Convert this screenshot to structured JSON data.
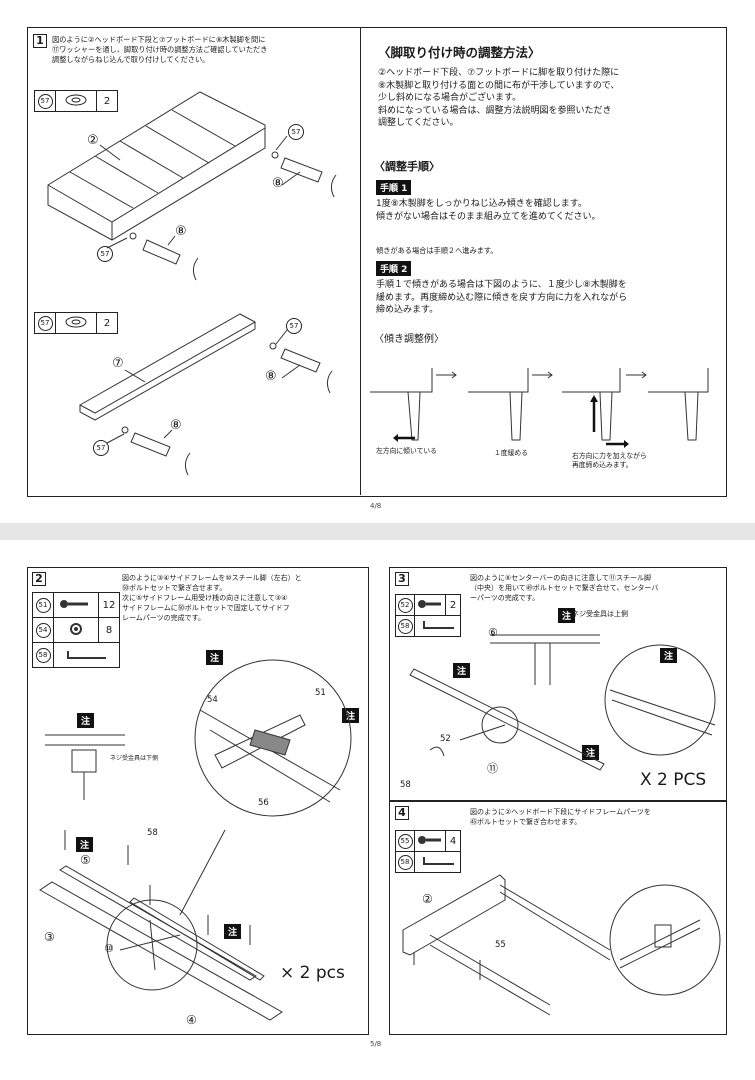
{
  "page1": {
    "step_number": "1",
    "instructions": "図のように②ヘッドボード下段と⑦フットボードに⑧木製脚を間に\n⑰ワッシャーを通し、脚取り付け時の調整方法ご確認していただき\n調整しながらねじ込んで取り付けしてください。",
    "parts_a": {
      "id": "57",
      "qty": "2"
    },
    "parts_b": {
      "id": "57",
      "qty": "2"
    },
    "labels": {
      "headboard": "②",
      "footboard": "⑦",
      "leg": "⑧",
      "washer": "57"
    },
    "adjust_title": "〈脚取り付け時の調整方法〉",
    "adjust_text": "②ヘッドボード下段、⑦フットボードに脚を取り付けた際に\n⑧木製脚と取り付ける面との間に布が干渉していますので、\n少し斜めになる場合がございます。\n斜めになっている場合は、調整方法説明図を参照いただき\n調整してください。",
    "procedure_title": "〈調整手順〉",
    "step1_badge": "手順 1",
    "step1_text": "1度⑧木製脚をしっかりねじ込み傾きを確認します。\n傾きがない場合はそのまま組み立てを進めてください。",
    "step1_note": "傾きがある場合は手順２へ進みます。",
    "step2_badge": "手順 2",
    "step2_text": "手順１で傾きがある場合は下図のように、１度少し⑧木製脚を\n緩めます。再度締め込む際に傾きを戻す方向に力を入れながら\n締め込みます。",
    "example_title": "〈傾き調整例〉",
    "example_captions": [
      "左方向に傾いている",
      "１度緩める",
      "右方向に力を加えながら\n再度締め込みます。"
    ],
    "page_number": "4/8"
  },
  "page2": {
    "step2": {
      "number": "2",
      "instructions": "図のように③④サイドフレームを⑩スチール脚（左右）と\n㊿ボルトセットで繋ぎ合せます。\n次に⑤サイドフレーム用受け桟の向きに注意して③④\nサイドフレームに㊿ボルトセットで固定してサイドフ\nレームパーツの完成です。",
      "parts": [
        {
          "id": "51",
          "qty": "12"
        },
        {
          "id": "54",
          "qty": "8"
        },
        {
          "id": "58",
          "qty": ""
        }
      ],
      "note_label": "注",
      "note_text": "ネジ受金具は下側",
      "multiplier": "× 2 pcs",
      "labels": [
        "③",
        "④",
        "⑤",
        "⑩",
        "51",
        "54",
        "56",
        "58"
      ]
    },
    "step3": {
      "number": "3",
      "instructions": "図のように⑥センターバーの向きに注意して⑪スチール脚\n（中央）を用いて㊾ボルトセットで繋ぎ合せて、センターバ\nーパーツの完成です。",
      "parts": [
        {
          "id": "52",
          "qty": "2"
        },
        {
          "id": "58",
          "qty": ""
        }
      ],
      "note_label": "注",
      "note_text": "ネジ受金具は上側",
      "multiplier": "X 2 PCS",
      "labels": [
        "⑥",
        "⑪",
        "52",
        "58"
      ]
    },
    "step4": {
      "number": "4",
      "instructions": "図のように②ヘッドボード下段にサイドフレームパーツを\n㊺ボルトセットで繋ぎ合わせます。",
      "parts": [
        {
          "id": "55",
          "qty": "4"
        },
        {
          "id": "58",
          "qty": ""
        }
      ],
      "labels": [
        "②",
        "55"
      ]
    },
    "page_number": "5/8"
  },
  "icons": [
    "washer-icon",
    "bolt-icon",
    "hex-key-icon",
    "nut-icon",
    "rotate-arrow-icon"
  ]
}
